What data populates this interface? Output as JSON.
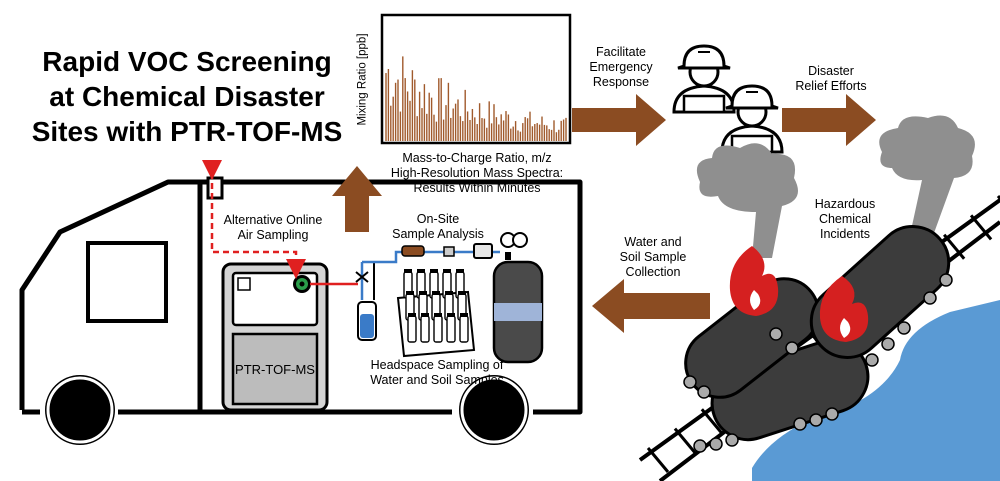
{
  "title": {
    "line1": "Rapid VOC Screening",
    "line2": "at Chemical Disaster",
    "line3": "Sites with PTR-TOF-MS"
  },
  "spectrum": {
    "ylabel": "Mixing Ratio [ppb]",
    "xlabel": "Mass-to-Charge Ratio, m/z",
    "caption_line1": "High-Resolution Mass Spectra:",
    "caption_line2": "Results Within Minutes",
    "bar_color": "#a05a2c"
  },
  "labels": {
    "facilitate_line1": "Facilitate",
    "facilitate_line2": "Emergency",
    "facilitate_line3": "Response",
    "relief_line1": "Disaster",
    "relief_line2": "Relief Efforts",
    "hazard_line1": "Hazardous",
    "hazard_line2": "Chemical",
    "hazard_line3": "Incidents",
    "water_line1": "Water and",
    "water_line2": "Soil Sample",
    "water_line3": "Collection",
    "online_line1": "Alternative Online",
    "online_line2": "Air Sampling",
    "onsite_line1": "On-Site",
    "onsite_line2": "Sample Analysis",
    "headspace_line1": "Headspace Sampling of",
    "headspace_line2": "Water and Soil Samples",
    "instrument": "PTR-TOF-MS"
  },
  "colors": {
    "arrow": "#8b4c22",
    "tank": "#3c3c3c",
    "smoke": "#8f8f8f",
    "fire": "#d52020",
    "water": "#5a9ad4",
    "air_line": "#e02020",
    "sample_line": "#3a7bc8"
  },
  "icons": [
    "firefighter-icon",
    "fire-icon",
    "gas-cylinder-icon",
    "vial-rack-icon"
  ]
}
